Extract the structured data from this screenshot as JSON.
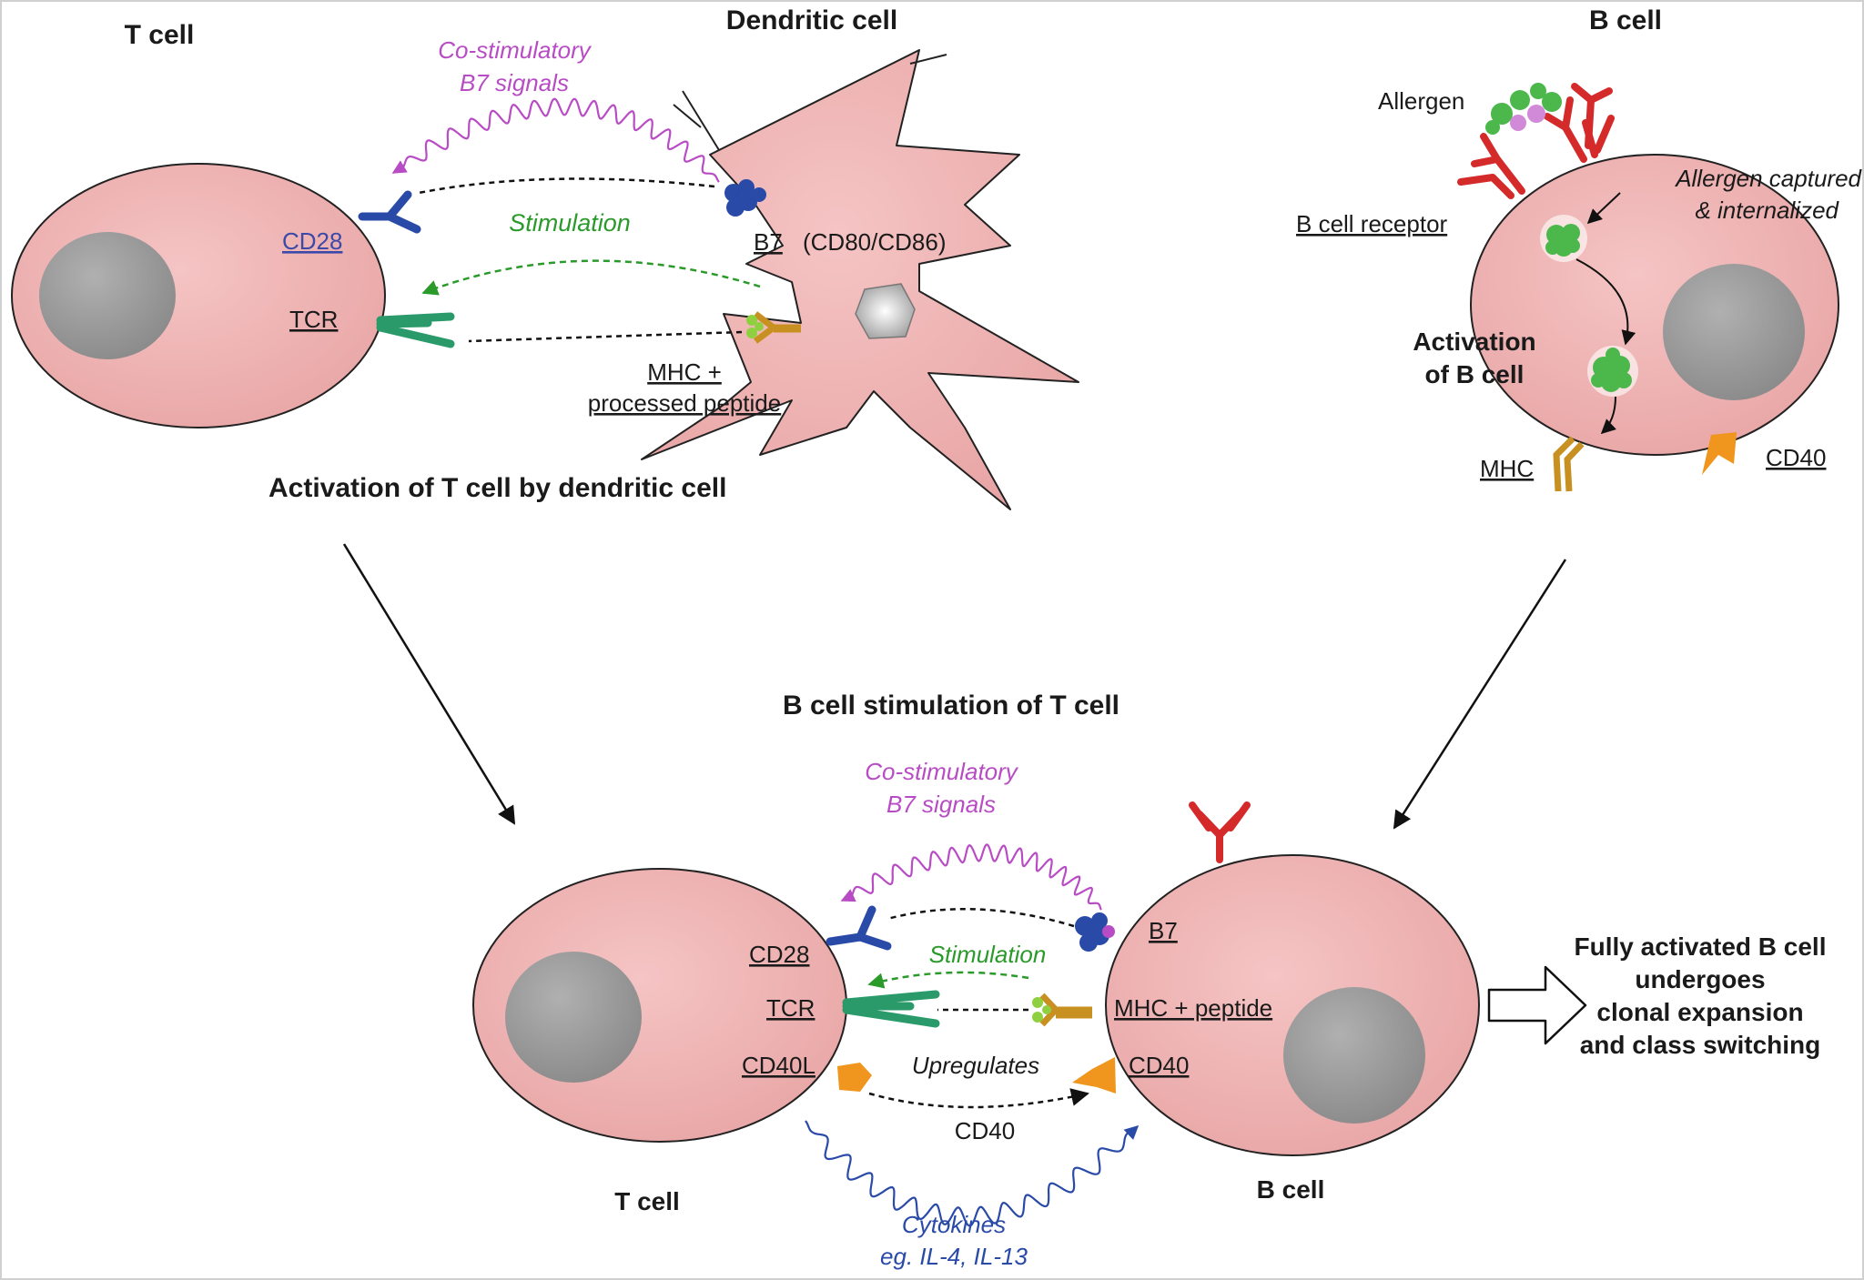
{
  "top_left": {
    "t_cell_title": "T cell",
    "dendritic_title": "Dendritic cell",
    "costim_line1": "Co-stimulatory",
    "costim_line2": "B7 signals",
    "stimulation": "Stimulation",
    "cd28": "CD28",
    "tcr": "TCR",
    "b7": "B7",
    "b7_detail": "(CD80/CD86)",
    "mhc_line1": "MHC +",
    "mhc_line2": "processed peptide",
    "caption": "Activation of T cell by dendritic cell"
  },
  "top_right": {
    "b_cell_title": "B cell",
    "allergen": "Allergen",
    "b_cell_receptor": "B cell receptor",
    "captured_line1": "Allergen captured",
    "captured_line2": "& internalized",
    "activation_line1": "Activation",
    "activation_line2": "of B cell",
    "mhc": "MHC",
    "cd40": "CD40"
  },
  "bottom": {
    "title": "B cell stimulation of T cell",
    "costim_line1": "Co-stimulatory",
    "costim_line2": "B7 signals",
    "stimulation": "Stimulation",
    "cd28": "CD28",
    "tcr": "TCR",
    "cd40l": "CD40L",
    "b7": "B7",
    "mhc_peptide": "MHC + peptide",
    "cd40": "CD40",
    "upregulates": "Upregulates",
    "cd40_target": "CD40",
    "cytokines_line1": "Cytokines",
    "cytokines_line2": "eg. IL-4, IL-13",
    "t_cell": "T cell",
    "b_cell": "B cell",
    "outcome_line1": "Fully activated B cell",
    "outcome_line2": "undergoes",
    "outcome_line3": "clonal expansion",
    "outcome_line4": "and class switching"
  },
  "colors": {
    "cell_fill": "#efb3b3",
    "nucleus": "#999999",
    "cd28_blue": "#2a4aa8",
    "tcr_green": "#2a9a6a",
    "mhc_gold": "#c89020",
    "peptide_green": "#8fd040",
    "cd40_orange": "#f0961e",
    "bcr_red": "#d42a2a",
    "allergen_green": "#4cb84c",
    "costim_purple": "#b84cc4",
    "stim_green": "#2a9a2a",
    "cytokine_blue": "#2a4aa8"
  }
}
